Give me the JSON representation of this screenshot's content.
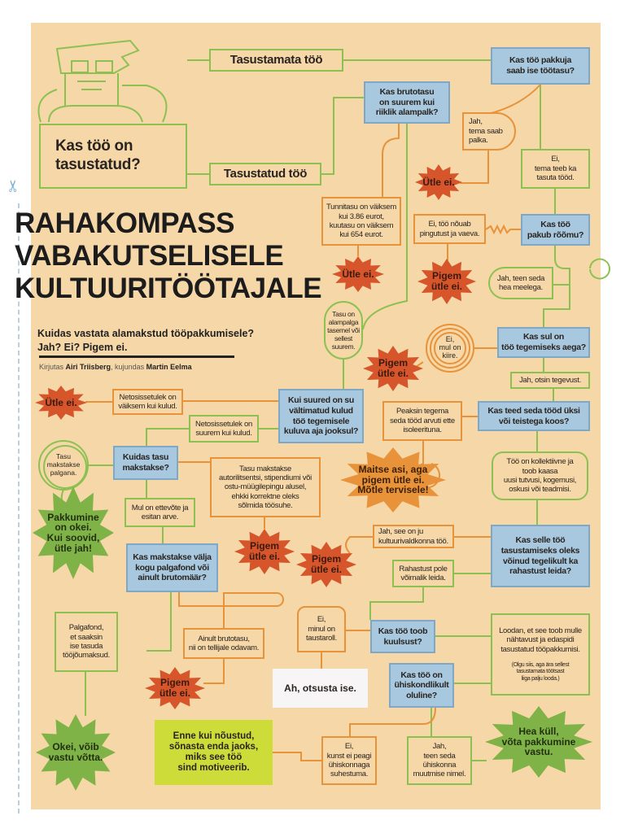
{
  "title": "RAHAKOMPASS\nVABAKUTSELISELE\nKULTUURITÖÖTAJALE",
  "subtitle": "Kuidas vastata alamakstud tööpakkumisele?\nJah? Ei? Pigem ei.",
  "byline": {
    "prefix": "Kirjutas ",
    "author": "Airi Triisberg",
    "mid": ", kujundas ",
    "designer": "Martin Eelma"
  },
  "colors": {
    "background": "#f6d7a8",
    "question": "#a8c8df",
    "green": "#8cc152",
    "orange": "#e8923a",
    "red": "#d6552b",
    "yellow": "#cddc39"
  },
  "nodes": {
    "start": "Kas töö on\ntasustatud?",
    "unpaid": "Tasustamata töö",
    "paid": "Tasustatud töö",
    "q_employer_paid": "Kas töö pakkuja\nsaab ise töötasu?",
    "q_minimum": "Kas brutotasu\non suurem kui\nriiklik alampalk?",
    "yes_salary": "Jah,\ntema saab\npalka.",
    "no_unpaid_too": "Ei,\ntema teeb ka\ntasuta tööd.",
    "say_no_1": "Ütle ei.",
    "below_min": "Tunnitasu on väiksem\nkui 3.86 eurot,\nkuutasu on väiksem\nkui 654 eurot.",
    "no_effort": "Ei, töö nõuab\npingutust ja vaeva.",
    "q_joy": "Kas töö\npakub rõõmu?",
    "say_no_2": "Ütle ei.",
    "rather_no_1": "Pigem\nütle ei.",
    "yes_gladly": "Jah, teen seda\nhea meelega.",
    "above_min": "Tasu on\nalampalga\ntasemel või\nsellest\nsuurem.",
    "no_hurry": "Ei,\nmul on\nkiire.",
    "q_time": "Kas sul on\ntöö tegemiseks aega?",
    "rather_no_2": "Pigem\nütle ei.",
    "yes_looking": "Jah, otsin tegevust.",
    "say_no_3": "Ütle ei.",
    "net_less": "Netosissetulek on\nväiksem kui kulud.",
    "q_costs": "Kui suured on su\nvältimatud kulud\ntöö tegemisele\nkuluva aja jooksul?",
    "net_more": "Netosissetulek on\nsuurem kui kulud.",
    "isolated": "Peaksin tegema\nseda tööd arvuti ette\nisoleerituna.",
    "q_alone": "Kas teed seda tööd üksi\nvõi teistega koos?",
    "salary_paid": "Tasu\nmakstakse\npalgana.",
    "q_how_paid": "Kuidas tasu\nmakstakse?",
    "license": "Tasu makstakse\nautorilitsentsi, stipendiumi või\nostu-müügilepingu alusel,\nehkki korrektne oleks\nsõlmida töösuhe.",
    "taste": "Maitse asi, aga\npigem ütle ei.\nMõtle tervisele!",
    "collective": "Töö on kollektiivne ja\ntoob kaasa\nuusi tutvusi, kogemusi,\noskusi või teadmisi.",
    "own_company": "Mul on ettevõte ja\nesitan arve.",
    "offer_ok": "Pakkumine\non okei.\nKui soovid,\nütle jah!",
    "rather_no_3": "Pigem\nütle ei.",
    "culture_field": "Jah, see on ju\nkultuurivaldkonna töö.",
    "rather_no_4": "Pigem\nütle ei.",
    "q_funding": "Kas selle töö\ntasustamiseks oleks\nvõinud tegelikult ka\nrahastust leida?",
    "no_funding": "Rahastust pole\nvõimalik leida.",
    "q_payroll": "Kas makstakse välja\nkogu palgafond või\nainult brutomäär?",
    "payroll": "Palgafond,\net saaksin\nise tasuda\ntööjõumaksud.",
    "gross_only": "Ainult brutotasu,\nnii on tellijale odavam.",
    "background_role": "Ei,\nminul on\ntaustaroll.",
    "q_fame": "Kas töö toob\nkuulsust?",
    "hope": "Loodan, et see toob mulle\nnähtavust ja edaspidi\ntasustatud tööpakkumisi.",
    "hope_note": "(Olgu siis, aga ära sellest\ntasustamata töötsast\nliiga palju looda.)",
    "rather_no_5": "Pigem\nütle ei.",
    "decide": "Ah, otsusta ise.",
    "q_social": "Kas töö on\nühiskondlikult\noluline?",
    "ok_accept": "Okei, võib\nvastu võtta.",
    "motivation": "Enne kui nõustud,\nsõnasta enda jaoks,\nmiks see töö\nsind motiveerib.",
    "art_no": "Ei,\nkunst ei peagi\nühiskonnaga\nsuhestuma.",
    "art_yes": "Jah,\nteen seda\nühiskonna\nmuutmise nimel.",
    "fine_accept": "Hea küll,\nvõta pakkumine\nvastu."
  }
}
